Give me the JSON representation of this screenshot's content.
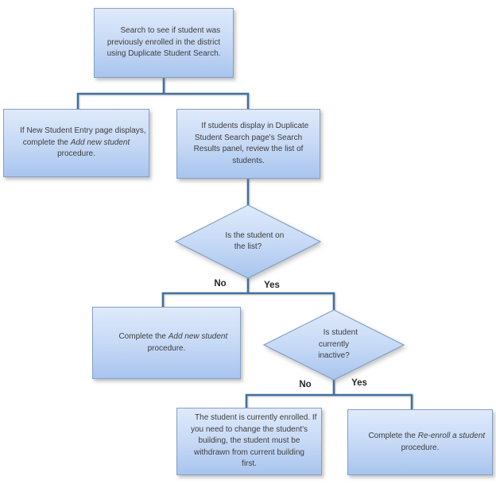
{
  "flowchart": {
    "colors": {
      "box_fill_top": "#dfeafb",
      "box_fill_mid": "#c4d8f5",
      "box_fill_bottom": "#a8c4ee",
      "box_border": "#84a1c3",
      "connector": "#41719c",
      "text": "#3d3d3d",
      "label_text": "#262626"
    },
    "nodes": {
      "start": {
        "text": "Search to see if student was\npreviously enrolled in the district\nusing Duplicate Student Search."
      },
      "new_student_entry": {
        "prefix": "If New Student Entry page displays,\ncomplete the ",
        "italic": "Add new student",
        "suffix": "\nprocedure."
      },
      "duplicate_results": {
        "text": "If students display in Duplicate\nStudent Search page's Search\nResults panel, review the list of\nstudents."
      },
      "on_list_decision": {
        "text": "Is the student on\nthe list?"
      },
      "add_new_student": {
        "prefix": "Complete the ",
        "italic": "Add new student",
        "suffix": "\nprocedure."
      },
      "inactive_decision": {
        "text": "Is student\ncurrently\ninactive?"
      },
      "currently_enrolled": {
        "text": "The student is currently enrolled. If\nyou need to change the student's\nbuilding, the student must be\nwithdrawn from current building\nfirst."
      },
      "reenroll": {
        "prefix": "Complete the ",
        "italic": "Re-enroll a student",
        "suffix": "\nprocedure."
      }
    },
    "edge_labels": {
      "on_list_no": "No",
      "on_list_yes": "Yes",
      "inactive_no": "No",
      "inactive_yes": "Yes"
    }
  }
}
